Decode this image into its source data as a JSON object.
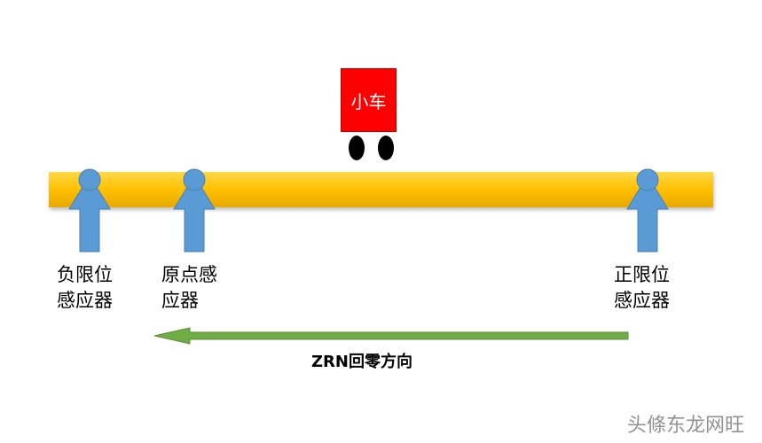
{
  "cart": {
    "label": "小车"
  },
  "sensors": {
    "negative": {
      "line1": "负限位",
      "line2": "感应器"
    },
    "origin": {
      "line1": "原点感",
      "line2": "应器"
    },
    "positive": {
      "line1": "正限位",
      "line2": "感应器"
    }
  },
  "direction": {
    "label": "ZRN回零方向"
  },
  "watermark": {
    "text": "头條东龙网旺"
  },
  "colors": {
    "rail": "#ffc000",
    "sensor": "#5b9bd5",
    "cart": "#ff0000",
    "arrow": "#70ad47",
    "wheel": "#000000"
  }
}
